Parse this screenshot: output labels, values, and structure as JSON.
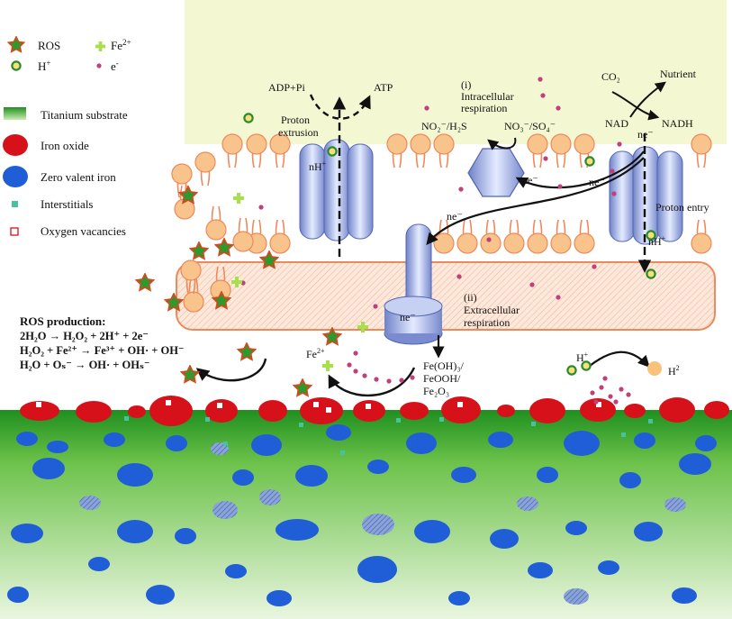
{
  "legend": {
    "ros": "ROS",
    "fe2": "Fe",
    "fe2_sup": "2+",
    "h": "H",
    "h_sup": "+",
    "e": "e",
    "e_sup": "-",
    "titanium": "Titanium substrate",
    "iron_oxide": "Iron oxide",
    "zero_valent": "Zero valent iron",
    "interstitials": "Interstitials",
    "vacancies": "Oxygen vacancies"
  },
  "labels": {
    "adp": "ADP+Pi",
    "atp": "ATP",
    "proton_extrusion_1": "Proton",
    "proton_extrusion_2": "extrusion",
    "nh_left": "nH",
    "nh_left_sup": "+",
    "intracellular_1": "(i)",
    "intracellular_2": "Intracellular",
    "intracellular_3": "respiration",
    "no2_h2s": "NO₂⁻/H₂S",
    "no3_so4": "NO₃⁻/SO₄⁻",
    "co2": "CO₂",
    "nutrient": "Nutrient",
    "nad": "NAD",
    "nadh": "NADH",
    "ne_top": "ne⁻",
    "ne_hex": "ne⁻",
    "ne_mid": "ne⁻",
    "ne_left": "ne⁻",
    "ne_cyl": "ne⁻",
    "proton_entry": "Proton entry",
    "nh_right": "nH",
    "nh_right_sup": "+",
    "extracellular_1": "(ii)",
    "extracellular_2": "Extracellular",
    "extracellular_3": "respiration",
    "feoh3": "Fe(OH)₃/",
    "feooh": "FeOOH/",
    "fe2o3": "Fe₂O₃",
    "fe2_mid": "Fe",
    "fe2_mid_sup": "2+",
    "h_right": "H",
    "h_right_sup": "+",
    "h2": "H",
    "h2_sup": "2"
  },
  "ros_production": {
    "title": "ROS production:",
    "eq1": "2H₂O → H₂O₂ + 2H⁺ + 2e⁻",
    "eq2": "H₂O₂ + Fe²⁺ → Fe³⁺ + OH· + OH⁻",
    "eq3": "H₂O + Oₛ⁻ → OH· + OHₛ⁻"
  },
  "colors": {
    "cytoplasm": "#f3f7d2",
    "lipid_head": "#f9c48c",
    "lipid_stroke": "#ec8a5c",
    "protein": "#a9b8ec",
    "iron_oxide": "#d7111a",
    "zero_valent": "#1f5ed6",
    "titanium_top": "#1f8f1f",
    "ros": "#2c9a2c",
    "fe2": "#9adf3c",
    "electron": "#c0407c"
  }
}
